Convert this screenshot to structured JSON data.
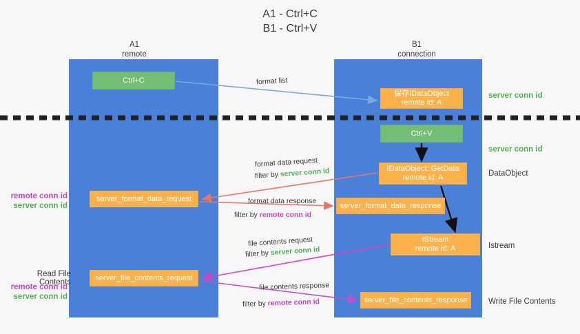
{
  "title": "A1 - Ctrl+C\nB1 - Ctrl+V",
  "columns": {
    "a1": {
      "name": "A1",
      "role": "remote",
      "header": "A1\nremote"
    },
    "b1": {
      "name": "B1",
      "role": "connection",
      "header": "B1\nconnection"
    }
  },
  "boxes": {
    "ctrl_c": {
      "label": "Ctrl+C",
      "color": "#74bd75",
      "lane": "A1"
    },
    "idataobject": {
      "label": "保存IDataObject\nremote id: A",
      "color": "#fbb24d",
      "lane": "B1"
    },
    "ctrl_v": {
      "label": "Ctrl+V",
      "color": "#74bd75",
      "lane": "B1"
    },
    "getdata": {
      "label": "IDataObject::GetData\nremote id: A",
      "color": "#fbb24d",
      "lane": "B1"
    },
    "server_format_data_request": {
      "label": "server_format_data_request",
      "color": "#fbb24d",
      "lane": "A1"
    },
    "server_format_data_response": {
      "label": "server_format_data_response",
      "color": "#fbb24d",
      "lane": "B1"
    },
    "istream": {
      "label": "IStream\nremote id: A",
      "color": "#fbb24d",
      "lane": "B1"
    },
    "server_file_contents_request": {
      "label": "server_file_contents_request",
      "color": "#fbb24d",
      "lane": "A1"
    },
    "server_file_contents_response": {
      "label": "server_file_contents_response",
      "color": "#fbb24d",
      "lane": "B1"
    }
  },
  "annotations_right": {
    "server_conn_id_1": "server conn id",
    "server_conn_id_2": "server conn id",
    "dataobject": "DataObject",
    "istream": "Istream",
    "write_file_contents": "Write File Contents"
  },
  "annotations_left": {
    "remote_conn_id_1": "remote conn id",
    "server_conn_id_1": "server conn id",
    "read_file_contents": "Read File Contents",
    "remote_conn_id_2": "remote conn id",
    "server_conn_id_2": "server conn id"
  },
  "edges": {
    "format_list": {
      "label": "format list",
      "color": "#7aa9e0"
    },
    "format_data_request": {
      "label": "format data request",
      "filter_prefix": "filter by ",
      "filter_value": "server conn id",
      "color": "#e8746a"
    },
    "format_data_response": {
      "label": "format data response",
      "filter_prefix": "filter by ",
      "filter_value": "remote conn id",
      "color": "#e8746a"
    },
    "file_contents_request": {
      "label": "file contents request",
      "filter_prefix": "filter by ",
      "filter_value": "server conn id",
      "color": "#e040c0"
    },
    "file_contents_response": {
      "label": "file contents response",
      "filter_prefix": "filter by ",
      "filter_value": "remote conn id",
      "color": "#c44fd0"
    }
  },
  "colors": {
    "lane_blue": "#4a80d8",
    "box_green": "#74bd75",
    "box_orange": "#fbb24d",
    "conn_green": "#55b155",
    "conn_purple": "#cc44cc",
    "divider": "#222222",
    "background": "#f7f7f7"
  },
  "divider": {
    "style": "dashed",
    "orientation": "horizontal"
  }
}
